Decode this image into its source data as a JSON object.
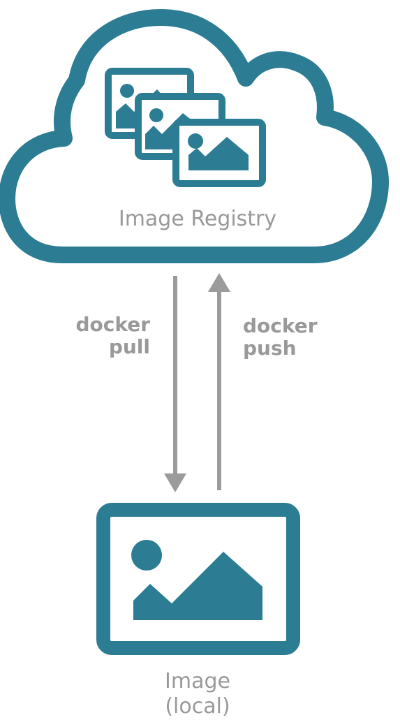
{
  "diagram": {
    "registry_label": "Image Registry",
    "pull_label": {
      "line1": "docker",
      "line2": "pull"
    },
    "push_label": {
      "line1": "docker",
      "line2": "push"
    },
    "local_label": {
      "line1": "Image",
      "line2": "(local)"
    }
  },
  "colors": {
    "primary": "#2c7c94",
    "arrow": "#9b9b9b",
    "text": "#999999"
  },
  "icons": [
    "cloud-icon",
    "image-stack-icon",
    "image-icon",
    "arrow-down-icon",
    "arrow-up-icon"
  ]
}
